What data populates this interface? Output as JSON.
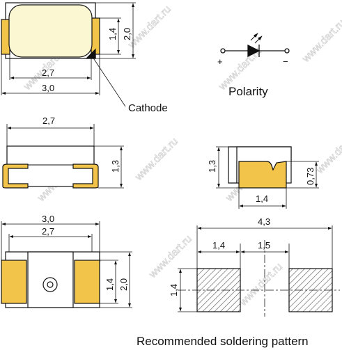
{
  "watermark": "www.dart.ru",
  "top_view": {
    "inner_width_label": "2,7",
    "outer_width_label": "3,0",
    "inner_height_label": "1,4",
    "outer_height_label": "2,0",
    "cathode_label": "Cathode"
  },
  "polarity": {
    "plus_label": "+",
    "minus_label": "−",
    "title": "Polarity"
  },
  "side_view": {
    "width_label": "2,7",
    "height_label": "1,3"
  },
  "end_view": {
    "height_label": "1,3",
    "lead_height_label": "0,73",
    "width_label": "1,4"
  },
  "bottom_view": {
    "outer_width_label": "3,0",
    "inner_width_label": "2,7",
    "pad_height_label": "1,4",
    "outer_height_label": "2,0"
  },
  "soldering_pattern": {
    "total_width_label": "4,3",
    "pad_width_label": "1,4",
    "gap_label": "1,5",
    "pad_height_label": "1,4",
    "title": "Recommended soldering pattern"
  },
  "colors": {
    "lead_fill": "#f2c44a",
    "lens_fill": "#fbf7d3",
    "body_fill": "#ffffff",
    "line": "#111111",
    "hatch": "#555555",
    "watermark": "#c8c8c8"
  }
}
